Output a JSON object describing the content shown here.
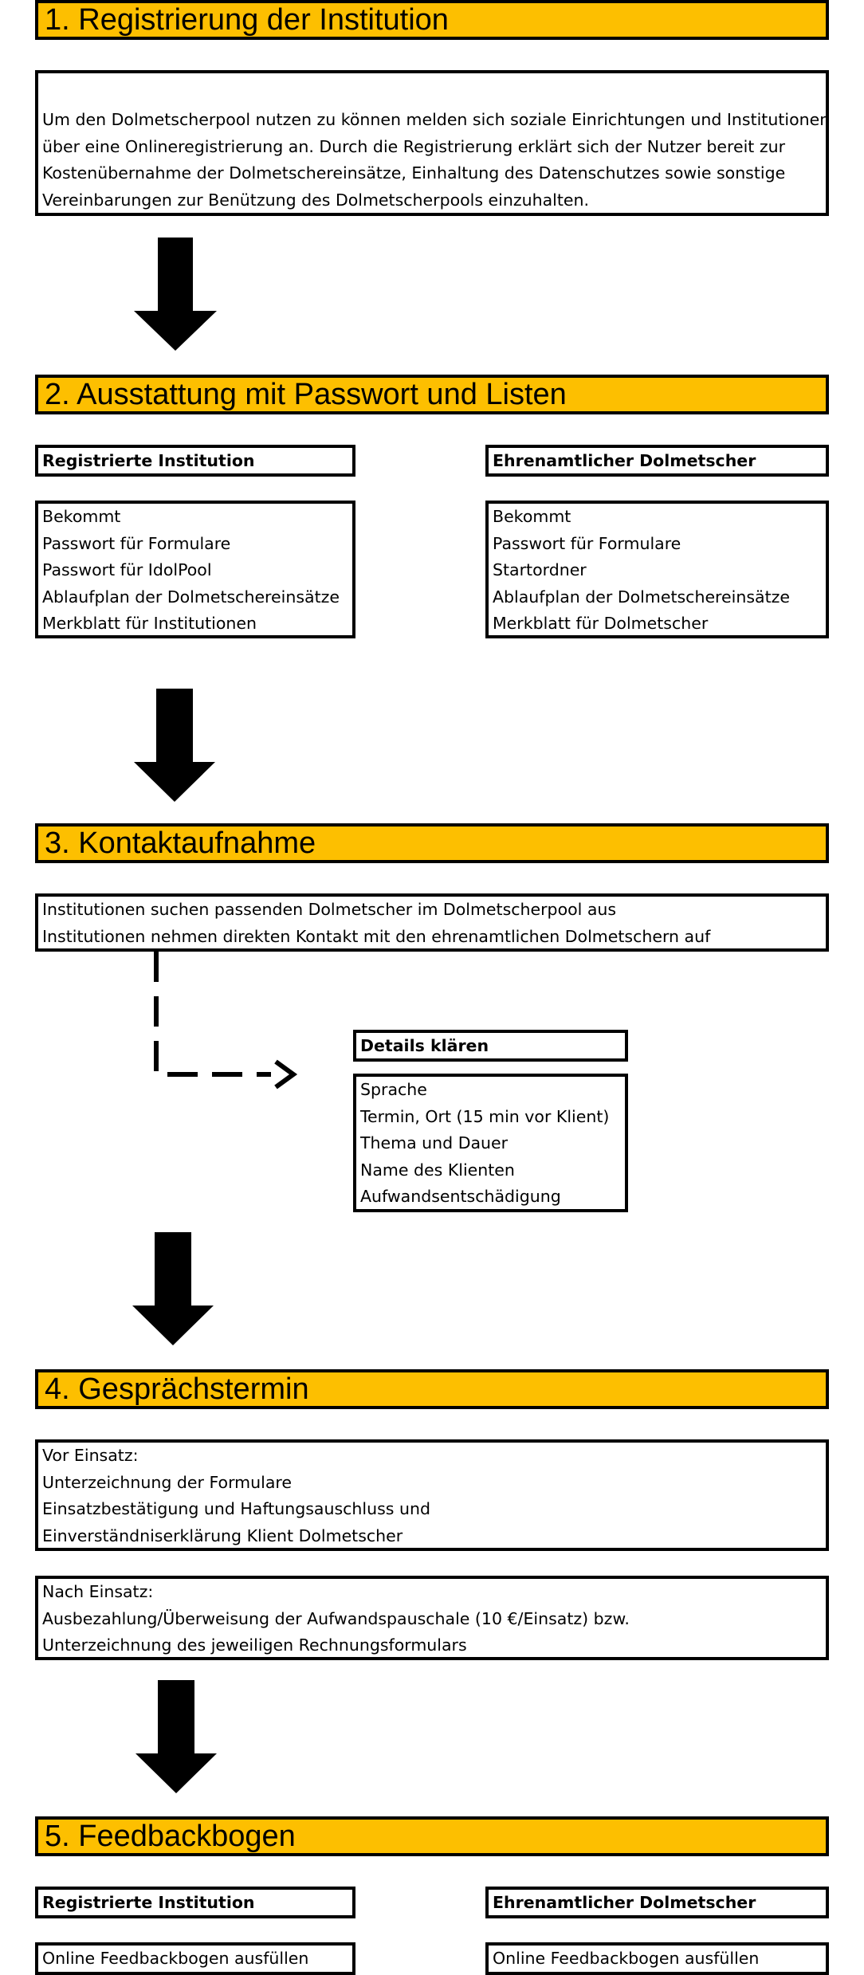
{
  "step1": {
    "header": "1. Registrierung der Institution",
    "lines": [
      "Um den Dolmetscherpool nutzen zu können melden sich soziale Einrichtungen und Institutionen",
      "über eine Onlineregistrierung an. Durch die Registrierung erklärt sich der Nutzer bereit zur",
      "Kostenübernahme der Dolmetschereinsätze, Einhaltung des Datenschutzes sowie sonstige",
      "Vereinbarungen zur Benützung des Dolmetscherpools einzuhalten."
    ]
  },
  "step2": {
    "header": "2. Ausstattung mit Passwort und Listen",
    "left_title": "Registrierte Institution",
    "left_lines": [
      "Bekommt",
      "Passwort für Formulare",
      "Passwort für IdolPool",
      "Ablaufplan der Dolmetschereinsätze",
      "Merkblatt für Institutionen"
    ],
    "right_title": "Ehrenamtlicher Dolmetscher",
    "right_lines": [
      "Bekommt",
      "Passwort für Formulare",
      "Startordner",
      "Ablaufplan der Dolmetschereinsätze",
      "Merkblatt für Dolmetscher"
    ]
  },
  "step3": {
    "header": "3. Kontaktaufnahme",
    "lines": [
      "Institutionen suchen passenden Dolmetscher im Dolmetscherpool aus",
      "Institutionen nehmen direkten Kontakt mit den ehrenamtlichen Dolmetschern auf"
    ],
    "details_title": "Details klären",
    "details_lines": [
      "Sprache",
      "Termin, Ort (15 min vor Klient)",
      "Thema und Dauer",
      "Name des Klienten",
      "Aufwandsentschädigung"
    ]
  },
  "step4": {
    "header": "4. Gesprächstermin",
    "before_lines": [
      "Vor Einsatz:",
      "Unterzeichnung der Formulare",
      "Einsatzbestätigung und Haftungsauschluss und",
      "Einverständniserklärung Klient Dolmetscher"
    ],
    "after_lines": [
      "Nach Einsatz:",
      "Ausbezahlung/Überweisung der Aufwandspauschale (10 €/Einsatz) bzw.",
      "Unterzeichnung des jeweiligen Rechnungsformulars"
    ]
  },
  "step5": {
    "header": "5. Feedbackbogen",
    "left_title": "Registrierte Institution",
    "left_action": "Online Feedbackbogen ausfüllen",
    "right_title": "Ehrenamtlicher Dolmetscher",
    "right_action": "Online Feedbackbogen ausfüllen"
  },
  "colors": {
    "header_fill": "#fdbf00",
    "stroke": "#000000"
  },
  "icons": [
    "arrow-down-icon",
    "dashed-arrow-right-icon"
  ]
}
